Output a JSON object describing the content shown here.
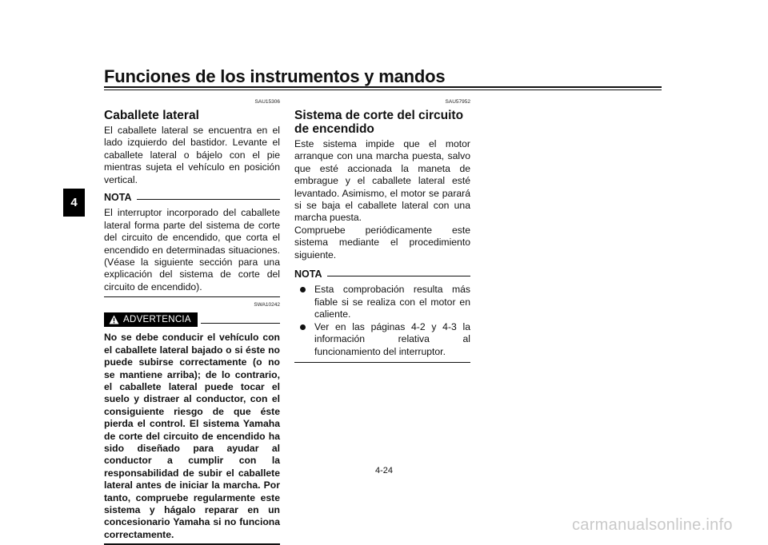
{
  "header": {
    "title": "Funciones de los instrumentos y mandos",
    "chapter_tab": "4"
  },
  "left": {
    "code1": "SAU15306",
    "heading": "Caballete lateral",
    "para1": "El caballete lateral se encuentra en el lado izquierdo del bastidor. Levante el caballete lateral o bájelo con el pie mientras sujeta el vehículo en posición vertical.",
    "nota_label": "NOTA",
    "nota_text": "El interruptor incorporado del caballete lateral forma parte del sistema de corte del circuito de encendido, que corta el encendido en determinadas situaciones. (Véase la siguiente sección para una explicación del sistema de corte del circuito de encendido).",
    "code2": "SWA10242",
    "warning_label": "ADVERTENCIA",
    "warning_text": "No se debe conducir el vehículo con el caballete lateral bajado o si éste no puede subirse correctamente (o no se mantiene arriba); de lo contrario, el caballete lateral puede tocar el suelo y distraer al conductor, con el consiguiente riesgo de que éste pierda el control. El sistema Yamaha de corte del circuito de encendido ha sido diseñado para ayudar al conductor a cumplir con la responsabilidad de subir el caballete lateral antes de iniciar la marcha. Por tanto, compruebe regularmente este sistema y hágalo reparar en un concesionario Yamaha si no funciona correctamente."
  },
  "right": {
    "code": "SAU57952",
    "heading": "Sistema de corte del circuito de encendido",
    "para1": "Este sistema impide que el motor arranque con una marcha puesta, salvo que esté accionada la maneta de embrague y el caballete lateral esté levantado. Asimismo, el motor se parará si se baja el caballete lateral con una marcha puesta.",
    "para2": "Compruebe periódicamente este sistema mediante el procedimiento siguiente.",
    "nota_label": "NOTA",
    "bullets": [
      "Esta comprobación resulta más fiable si se realiza con el motor en caliente.",
      "Ver en las páginas 4-2 y 4-3 la información relativa al funcionamiento del interruptor."
    ]
  },
  "footer": {
    "page_number": "4-24",
    "watermark": "carmanualsonline.info"
  }
}
